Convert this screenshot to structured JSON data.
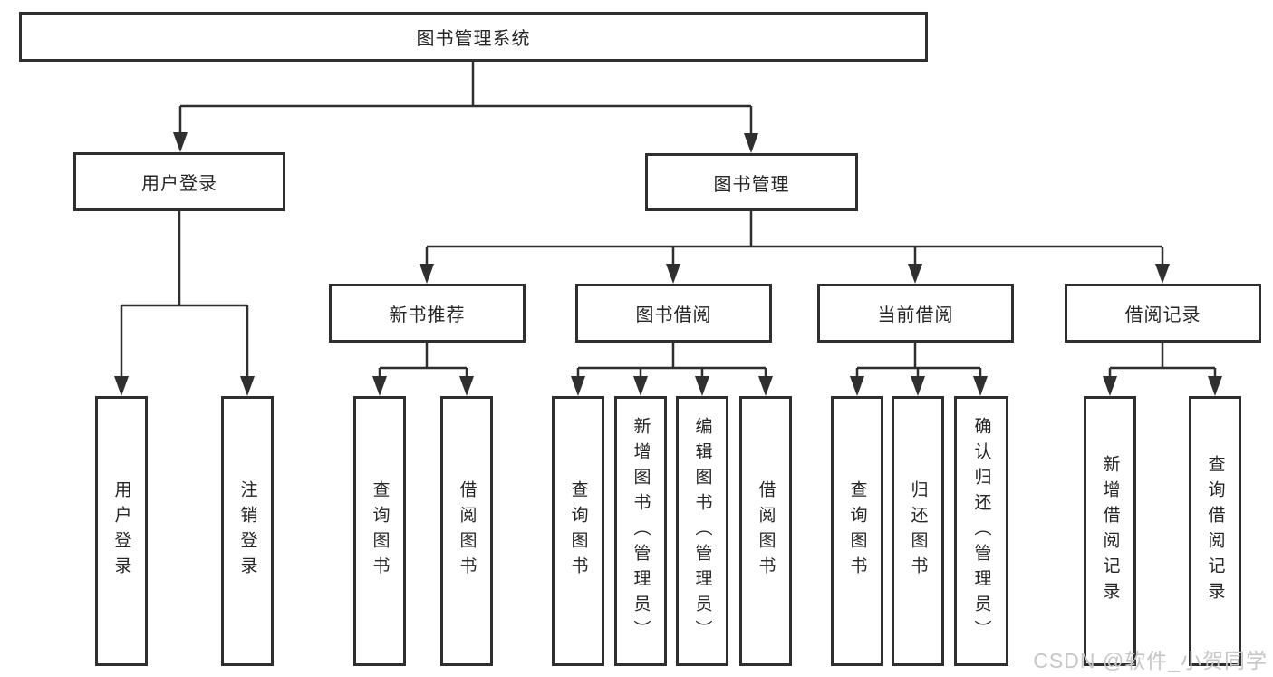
{
  "colors": {
    "background": "#ffffff",
    "line": "#2f2f2f",
    "box_border": "#2f2f2f",
    "text": "#262626",
    "watermark": "#c6c6c6"
  },
  "watermark": {
    "text": "CSDN @软件_小贺同学"
  },
  "diagram": {
    "root": {
      "id": "library-management-system",
      "label": "图书管理系统"
    },
    "level2": [
      {
        "id": "user-login",
        "label": "用户登录",
        "parent": "library-management-system"
      },
      {
        "id": "book-management",
        "label": "图书管理",
        "parent": "library-management-system"
      }
    ],
    "level3": [
      {
        "id": "new-book-recommend",
        "label": "新书推荐",
        "parent": "book-management"
      },
      {
        "id": "book-borrowing",
        "label": "图书借阅",
        "parent": "book-management"
      },
      {
        "id": "current-borrowing",
        "label": "当前借阅",
        "parent": "book-management"
      },
      {
        "id": "borrowing-records",
        "label": "借阅记录",
        "parent": "book-management"
      }
    ],
    "level4": [
      {
        "id": "user-login-action",
        "label": "用户登录",
        "parent": "user-login"
      },
      {
        "id": "logout-action",
        "label": "注销登录",
        "parent": "user-login"
      },
      {
        "id": "query-books-recommend",
        "label": "查询图书",
        "parent": "new-book-recommend"
      },
      {
        "id": "borrow-books-recommend",
        "label": "借阅图书",
        "parent": "new-book-recommend"
      },
      {
        "id": "query-books-borrowing",
        "label": "查询图书",
        "parent": "book-borrowing"
      },
      {
        "id": "add-books-admin",
        "label": "新增图书（管理员）",
        "parent": "book-borrowing"
      },
      {
        "id": "edit-books-admin",
        "label": "编辑图书（管理员）",
        "parent": "book-borrowing"
      },
      {
        "id": "borrow-books-action",
        "label": "借阅图书",
        "parent": "book-borrowing"
      },
      {
        "id": "query-books-current",
        "label": "查询图书",
        "parent": "current-borrowing"
      },
      {
        "id": "return-books",
        "label": "归还图书",
        "parent": "current-borrowing"
      },
      {
        "id": "confirm-return-admin",
        "label": "确认归还（管理员）",
        "parent": "current-borrowing"
      },
      {
        "id": "add-borrowing-record",
        "label": "新增借阅记录",
        "parent": "borrowing-records"
      },
      {
        "id": "query-borrowing-record",
        "label": "查询借阅记录",
        "parent": "borrowing-records"
      }
    ]
  }
}
